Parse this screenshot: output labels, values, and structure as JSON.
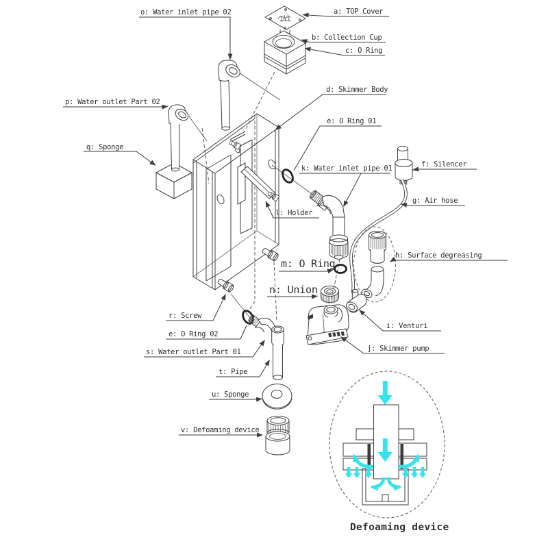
{
  "diagram": {
    "background": "#ffffff",
    "line_color": "#3c3c3c",
    "accent_arrow_color": "#35e4e9",
    "caption": "Defoaming device",
    "labels": {
      "a": "a: TOP Cover",
      "b": "b: Collection Cup",
      "c": "c: O Ring",
      "d": "d: Skimmer Body",
      "e1": "e: O Ring 01",
      "f": "f: Silencer",
      "g": "g: Air hose",
      "h": "h: Surface degreasing",
      "i": "i: Venturi",
      "j": "j: Skimmer pump",
      "k": "k: Water inlet pipe 01",
      "l": "l: Holder",
      "m": "m: O Ring",
      "n": "n: Union",
      "o": "o: Water inlet pipe 02",
      "p": "p: Water outlet Part 02",
      "q": "q: Sponge",
      "r": "r: Screw",
      "e2": "e: O Ring 02",
      "s": "s: Water outlet Part 01",
      "t": "t: Pipe",
      "u": "u: Sponge",
      "v": "v: Defoaming device"
    }
  }
}
